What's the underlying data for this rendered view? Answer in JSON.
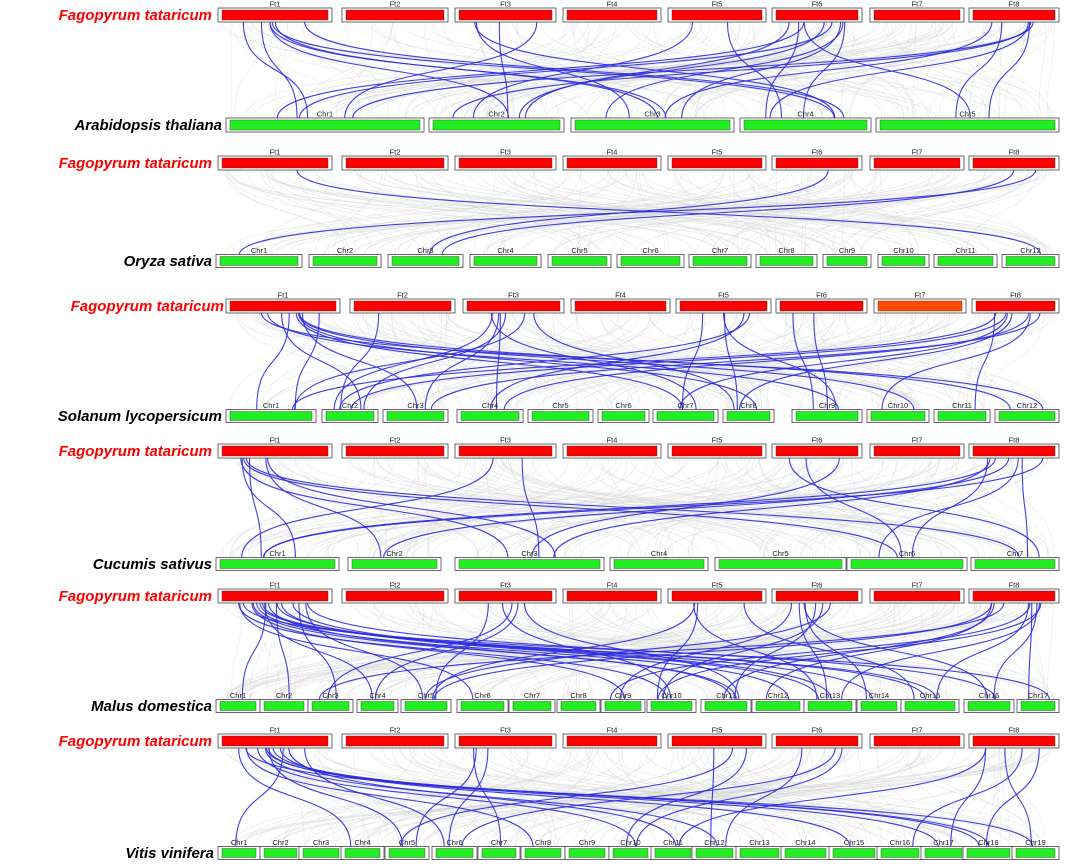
{
  "colors": {
    "ft_fill": "#ff0000",
    "ft7_panel3_fill": "#ff4a00",
    "other_fill": "#22ee22",
    "frame": "#444444",
    "ref_label": "#ff0000",
    "other_label": "#000000",
    "syntenic_link": "#2a2ae0",
    "background_link": "#d6d6d6"
  },
  "ref_species": "Fagopyrum tataricum",
  "ref_chromosomes": [
    "Ft1",
    "Ft2",
    "Ft3",
    "Ft4",
    "Ft5",
    "Ft6",
    "Ft7",
    "Ft8"
  ],
  "panels": [
    {
      "species": "Arabidopsis thaliana",
      "chromosomes": [
        "Chr1",
        "Chr2",
        "Chr3",
        "Chr4",
        "Chr5"
      ],
      "links": [
        [
          0,
          0
        ],
        [
          0,
          0
        ],
        [
          0,
          1
        ],
        [
          0,
          2
        ],
        [
          0,
          2
        ],
        [
          0,
          3
        ],
        [
          0,
          3
        ],
        [
          2,
          0
        ],
        [
          2,
          1
        ],
        [
          2,
          2
        ],
        [
          2,
          3
        ],
        [
          4,
          1
        ],
        [
          4,
          3
        ],
        [
          5,
          0
        ],
        [
          5,
          0
        ],
        [
          5,
          1
        ],
        [
          5,
          1
        ],
        [
          5,
          2
        ],
        [
          5,
          2
        ],
        [
          5,
          3
        ],
        [
          5,
          3
        ],
        [
          5,
          4
        ],
        [
          7,
          0
        ],
        [
          7,
          1
        ],
        [
          7,
          2
        ],
        [
          7,
          3
        ],
        [
          7,
          4
        ],
        [
          7,
          4
        ]
      ]
    },
    {
      "species": "Oryza sativa",
      "chromosomes": [
        "Chr1",
        "Chr2",
        "Chr3",
        "Chr4",
        "Chr5",
        "Chr6",
        "Chr7",
        "Chr8",
        "Chr9",
        "Chr10",
        "Chr11",
        "Chr12"
      ],
      "links": [
        [
          0,
          11
        ],
        [
          5,
          2
        ],
        [
          7,
          0
        ],
        [
          7,
          2
        ]
      ]
    },
    {
      "species": "Solanum lycopersicum",
      "chromosomes": [
        "Chr1",
        "Chr2",
        "Chr3",
        "Chr4",
        "Chr5",
        "Chr6",
        "Chr7",
        "Chr8",
        "Chr9",
        "Chr10",
        "Chr11",
        "Chr12"
      ],
      "links": [
        [
          0,
          0
        ],
        [
          0,
          0
        ],
        [
          0,
          1
        ],
        [
          0,
          2
        ],
        [
          0,
          6
        ],
        [
          0,
          7
        ],
        [
          0,
          8
        ],
        [
          0,
          9
        ],
        [
          0,
          11
        ],
        [
          0,
          11
        ],
        [
          1,
          1
        ],
        [
          2,
          0
        ],
        [
          2,
          1
        ],
        [
          2,
          1
        ],
        [
          2,
          2
        ],
        [
          2,
          3
        ],
        [
          2,
          6
        ],
        [
          2,
          7
        ],
        [
          4,
          1
        ],
        [
          4,
          3
        ],
        [
          4,
          6
        ],
        [
          4,
          7
        ],
        [
          4,
          8
        ],
        [
          5,
          8
        ],
        [
          5,
          8
        ],
        [
          7,
          0
        ],
        [
          7,
          1
        ],
        [
          7,
          2
        ],
        [
          7,
          3
        ],
        [
          7,
          6
        ],
        [
          7,
          7
        ],
        [
          7,
          9
        ],
        [
          7,
          10
        ]
      ]
    },
    {
      "species": "Cucumis sativus",
      "chromosomes": [
        "Chr1",
        "Chr2",
        "Chr3",
        "Chr4",
        "Chr5",
        "Chr6",
        "Chr7"
      ],
      "links": [
        [
          0,
          0
        ],
        [
          0,
          0
        ],
        [
          0,
          1
        ],
        [
          0,
          2
        ],
        [
          0,
          2
        ],
        [
          0,
          5
        ],
        [
          0,
          6
        ],
        [
          2,
          0
        ],
        [
          2,
          2
        ],
        [
          5,
          2
        ],
        [
          5,
          5
        ],
        [
          5,
          6
        ],
        [
          7,
          0
        ],
        [
          7,
          0
        ],
        [
          7,
          1
        ],
        [
          7,
          2
        ],
        [
          7,
          5
        ],
        [
          7,
          5
        ],
        [
          7,
          6
        ]
      ]
    },
    {
      "species": "Malus domestica",
      "chromosomes": [
        "Chr1",
        "Chr2",
        "Chr3",
        "Chr4",
        "Chr5",
        "Chr6",
        "Chr7",
        "Chr8",
        "Chr9",
        "Chr10",
        "Chr11",
        "Chr12",
        "Chr13",
        "Chr14",
        "Chr15",
        "Chr16",
        "Chr17"
      ],
      "links": [
        [
          0,
          0
        ],
        [
          0,
          1
        ],
        [
          0,
          2
        ],
        [
          0,
          3
        ],
        [
          0,
          4
        ],
        [
          0,
          5
        ],
        [
          0,
          8
        ],
        [
          0,
          9
        ],
        [
          0,
          10
        ],
        [
          0,
          11
        ],
        [
          0,
          12
        ],
        [
          0,
          13
        ],
        [
          0,
          14
        ],
        [
          0,
          15
        ],
        [
          0,
          16
        ],
        [
          0,
          10
        ],
        [
          0,
          12
        ],
        [
          0,
          14
        ],
        [
          2,
          2
        ],
        [
          2,
          3
        ],
        [
          2,
          4
        ],
        [
          2,
          9
        ],
        [
          2,
          10
        ],
        [
          4,
          4
        ],
        [
          4,
          9
        ],
        [
          4,
          12
        ],
        [
          4,
          14
        ],
        [
          5,
          4
        ],
        [
          5,
          8
        ],
        [
          5,
          9
        ],
        [
          5,
          10
        ],
        [
          5,
          12
        ],
        [
          5,
          13
        ],
        [
          5,
          15
        ],
        [
          7,
          2
        ],
        [
          7,
          4
        ],
        [
          7,
          8
        ],
        [
          7,
          9
        ],
        [
          7,
          10
        ],
        [
          7,
          11
        ],
        [
          7,
          12
        ],
        [
          7,
          14
        ],
        [
          7,
          15
        ],
        [
          7,
          16
        ]
      ]
    },
    {
      "species": "Vitis vinifera",
      "chromosomes": [
        "Chr1",
        "Chr2",
        "Chr3",
        "Chr4",
        "Chr5",
        "Chr6",
        "Chr7",
        "Chr8",
        "Chr9",
        "Chr10",
        "Chr11",
        "Chr12",
        "Chr13",
        "Chr14",
        "Chr15",
        "Chr16",
        "Chr17",
        "Chr18",
        "Chr19"
      ],
      "links": [
        [
          0,
          0
        ],
        [
          0,
          3
        ],
        [
          0,
          4
        ],
        [
          0,
          5
        ],
        [
          0,
          7
        ],
        [
          0,
          9
        ],
        [
          0,
          10
        ],
        [
          0,
          11
        ],
        [
          0,
          14
        ],
        [
          0,
          16
        ],
        [
          0,
          17
        ],
        [
          0,
          18
        ],
        [
          0,
          17
        ],
        [
          2,
          4
        ],
        [
          2,
          5
        ],
        [
          2,
          6
        ],
        [
          4,
          4
        ],
        [
          4,
          9
        ],
        [
          4,
          11
        ],
        [
          5,
          5
        ],
        [
          5,
          9
        ],
        [
          5,
          11
        ],
        [
          7,
          10
        ],
        [
          7,
          15
        ],
        [
          7,
          16
        ],
        [
          7,
          17
        ],
        [
          7,
          18
        ]
      ]
    }
  ]
}
